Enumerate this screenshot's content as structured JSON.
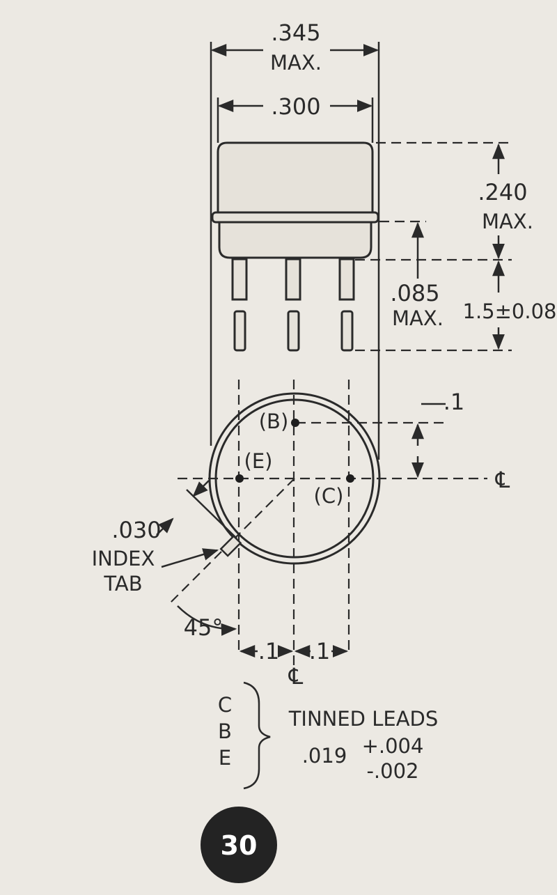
{
  "dimensions": {
    "overall_width_value": ".345",
    "overall_width_note": "MAX.",
    "body_width": ".300",
    "height_value": ".240",
    "height_note": "MAX.",
    "flange_value": ".085",
    "flange_note": "MAX.",
    "lead_length": "1.5±0.08",
    "pin_offset_vertical": ".1",
    "tab_thickness": ".030",
    "tab_angle": "45°",
    "pin_spacing_left": ".1",
    "pin_spacing_right": ".1"
  },
  "pins": {
    "base": "(B)",
    "emitter": "(E)",
    "collector": "(C)"
  },
  "labels": {
    "index_line1": "INDEX",
    "index_line2": "TAB",
    "centerline_h": "℄",
    "centerline_v": "℄"
  },
  "leads_note": {
    "pin_letters": [
      "C",
      "B",
      "E"
    ],
    "title": "TINNED LEADS",
    "diameter": ".019",
    "tol_plus": "+.004",
    "tol_minus": "-.002"
  },
  "badge": {
    "number": "30",
    "color": "#232323"
  }
}
